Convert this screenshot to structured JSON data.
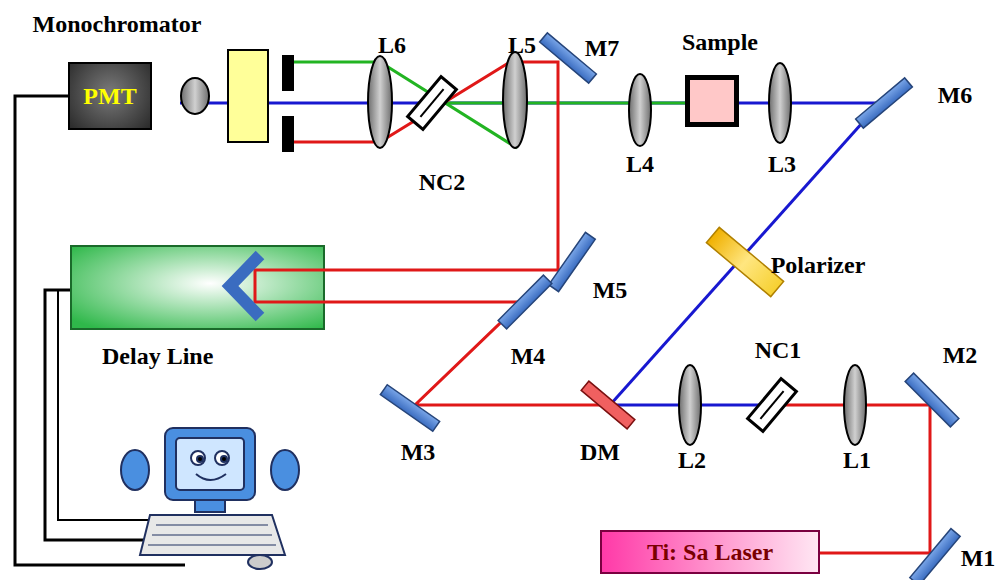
{
  "diagram": {
    "nodes": [
      {
        "text": [
          "PMT"
        ]
      },
      {
        "text": [
          "Sample"
        ]
      },
      {
        "text": [
          "Delay Line"
        ]
      },
      {
        "text": [
          "Ti: Sa Laser"
        ]
      }
    ],
    "labels": [
      "Monochromator",
      "L6",
      "L5",
      "M7",
      "M6",
      "NC2",
      "L4",
      "L3",
      "Polarizer",
      "M5",
      "M4",
      "NC1",
      "M2",
      "M3",
      "DM",
      "L2",
      "L1",
      "M1"
    ]
  }
}
